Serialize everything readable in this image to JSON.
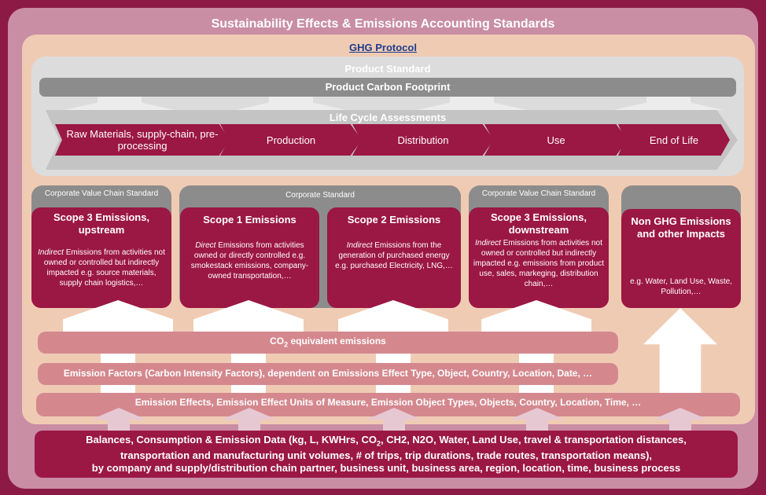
{
  "title": "Sustainability Effects & Emissions Accounting Standards",
  "ghg_protocol": "GHG Protocol",
  "product_standard": {
    "label": "Product Standard",
    "carbon_footprint": "Product Carbon Footprint",
    "lca_label": "Life Cycle Assessments",
    "stages": [
      "Raw Materials, supply-chain, pre-processing",
      "Production",
      "Distribution",
      "Use",
      "End of Life"
    ]
  },
  "standards": {
    "corp_value_chain_1": "Corporate Value Chain Standard",
    "corporate": "Corporate Standard",
    "corp_value_chain_2": "Corporate Value Chain Standard"
  },
  "scopes": {
    "scope3_up": {
      "title": "Scope 3 Emissions, upstream",
      "emph": "Indirect",
      "rest": " Emissions from activities not owned or controlled but indirectly impacted e.g. source materials, supply chain logistics,…"
    },
    "scope1": {
      "title": "Scope 1 Emissions",
      "emph": "Direct",
      "rest": " Emissions from activities owned or directly controlled e.g. smokestack emissions, company-owned transportation,…"
    },
    "scope2": {
      "title": "Scope  2 Emissions",
      "emph": "Indirect",
      "rest": " Emissions from the generation of purchased energy e.g. purchased Electricity, LNG,…"
    },
    "scope3_down": {
      "title": "Scope 3 Emissions, downstream",
      "emph": "Indirect",
      "rest": " Emissions from activities not owned or controlled but indirectly impacted e.g. emissions from product use, sales, markeging, distribution chain,…"
    },
    "non_ghg": {
      "title": "Non GHG Emissions and other Impacts",
      "body": "e.g. Water, Land Use, Waste, Pollution,…"
    }
  },
  "bars": {
    "co2_prefix": "CO",
    "co2_sub": "2",
    "co2_suffix": " equivalent emissions",
    "factors": "Emission Factors (Carbon Intensity Factors), dependent on Emissions Effect Type, Object, Country, Location, Date,  …",
    "effects": "Emission Effects, Emission Effect Units of Measure, Emission Object Types, Objects, Country, Location, Time, …"
  },
  "bottom": {
    "line1_a": "Balances, Consumption & Emission Data (kg, L, KWHrs, CO",
    "line1_sub": "2",
    "line1_b": ", CH2, N2O, Water, Land Use, travel & transportation distances,",
    "line2": "transportation and manufacturing unit volumes, # of trips, trip durations, trade routes, transportation means),",
    "line3": "by company and supply/distribution chain partner, business unit, business area, region, location, time, business process"
  },
  "colors": {
    "maroon": "#9b1744",
    "outer_pink": "#c98da4",
    "peach": "#f0cbb4",
    "gray": "#8c8c8c",
    "link_blue": "#1f3e8c"
  }
}
